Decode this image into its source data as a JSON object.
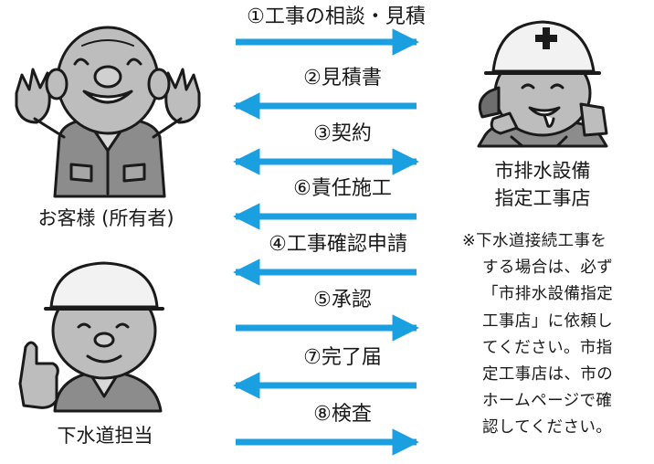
{
  "colors": {
    "arrow": "#1a9fe0",
    "skin": "#bdbdbd",
    "line": "#1a1a1a",
    "cloth": "#8c8c8c",
    "helmet": "#f2f2f2"
  },
  "parties": {
    "customer": "お客様 (所有者)",
    "contractor_line1": "市排水設備",
    "contractor_line2": "指定工事店",
    "sewer_official": "下水道担当"
  },
  "steps": [
    {
      "label": "①工事の相談・見積",
      "direction": "right"
    },
    {
      "label": "②見積書",
      "direction": "left"
    },
    {
      "label": "③契約",
      "direction": "both"
    },
    {
      "label": "⑥責任施工",
      "direction": "left"
    },
    {
      "label": "④工事確認申請",
      "direction": "left"
    },
    {
      "label": "⑤承認",
      "direction": "right"
    },
    {
      "label": "⑦完了届",
      "direction": "left"
    },
    {
      "label": "⑧検査",
      "direction": "right"
    }
  ],
  "note": {
    "lines": [
      "※下水道接続工事を",
      "する場合は、必ず",
      "「市排水設備指定",
      "工事店」に依頼し",
      "てください。市指",
      "定工事店は、市の",
      "ホームページで確",
      "認してください。"
    ]
  },
  "icons": {
    "customer": "customer-illustration",
    "contractor": "contractor-illustration",
    "official": "sewer-official-illustration"
  }
}
